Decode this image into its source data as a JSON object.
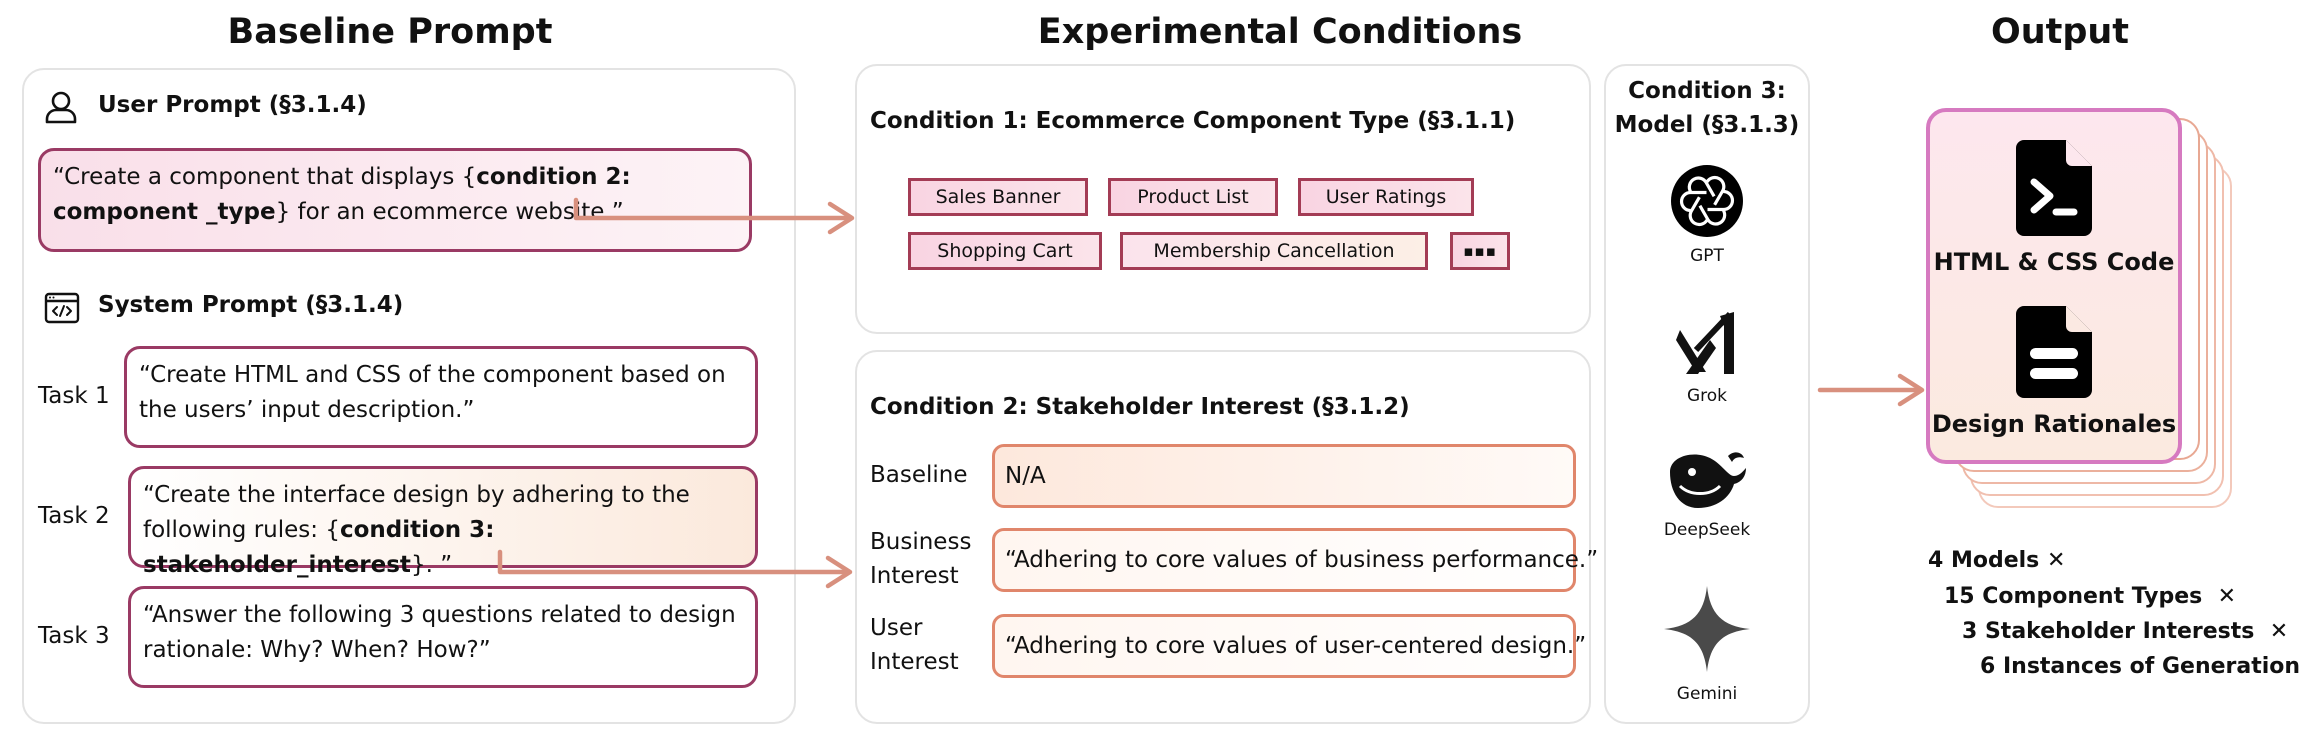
{
  "titles": {
    "baseline": "Baseline Prompt",
    "experimental": "Experimental Conditions",
    "output": "Output"
  },
  "user_prompt": {
    "heading": "User Prompt (§3.1.4)",
    "text_before": "“Create a component that displays {",
    "text_bold": "condition 2: component _type",
    "text_after": "} for an ecommerce website.”",
    "icon": "user-icon"
  },
  "system_prompt": {
    "heading": "System Prompt (§3.1.4)",
    "icon": "code-window-icon",
    "tasks": [
      {
        "label": "Task 1",
        "text_before": "“Create HTML and CSS of the component based on the users’ input description.”",
        "text_bold": "",
        "text_after": ""
      },
      {
        "label": "Task 2",
        "text_before": "“Create the interface design by adhering to the following rules: {",
        "text_bold": "condition 3: stakeholder_interest",
        "text_after": "}. ”"
      },
      {
        "label": "Task 3",
        "text_before": "“Answer the following 3 questions related to design rationale: Why? When? How?”",
        "text_bold": "",
        "text_after": ""
      }
    ]
  },
  "condition1": {
    "heading": "Condition 1: Ecommerce Component Type (§3.1.1)",
    "chips": [
      "Sales Banner",
      "Product List",
      "User Ratings",
      "Shopping Cart",
      "Membership Cancellation"
    ],
    "more": "▪▪▪"
  },
  "condition2": {
    "heading": "Condition 2: Stakeholder Interest (§3.1.2)",
    "rows": [
      {
        "label": "Baseline",
        "value": "N/A"
      },
      {
        "label": "Business Interest",
        "value": "“Adhering to core values of business performance.”"
      },
      {
        "label": "User Interest",
        "value": "“Adhering to core values of user-centered design.”"
      }
    ]
  },
  "condition3": {
    "heading": "Condition 3: Model (§3.1.3)",
    "models": [
      {
        "name": "GPT",
        "icon": "openai-logo-icon"
      },
      {
        "name": "Grok",
        "icon": "grok-logo-icon"
      },
      {
        "name": "DeepSeek",
        "icon": "deepseek-logo-icon"
      },
      {
        "name": "Gemini",
        "icon": "gemini-logo-icon"
      }
    ]
  },
  "output": {
    "items": [
      {
        "label": "HTML & CSS Code",
        "icon": "terminal-file-icon"
      },
      {
        "label": "Design Rationales",
        "icon": "document-file-icon"
      }
    ],
    "formula": [
      "4 Models",
      "15 Component Types",
      "3 Stakeholder Interests",
      "6 Instances of Generation"
    ],
    "times": "✕"
  },
  "colors": {
    "prompt_border": "#9a3a64",
    "arrow": "#d8907e",
    "chip_border": "#a33c55",
    "interest_border": "#e0866b",
    "output_border": "#d67ac0"
  }
}
